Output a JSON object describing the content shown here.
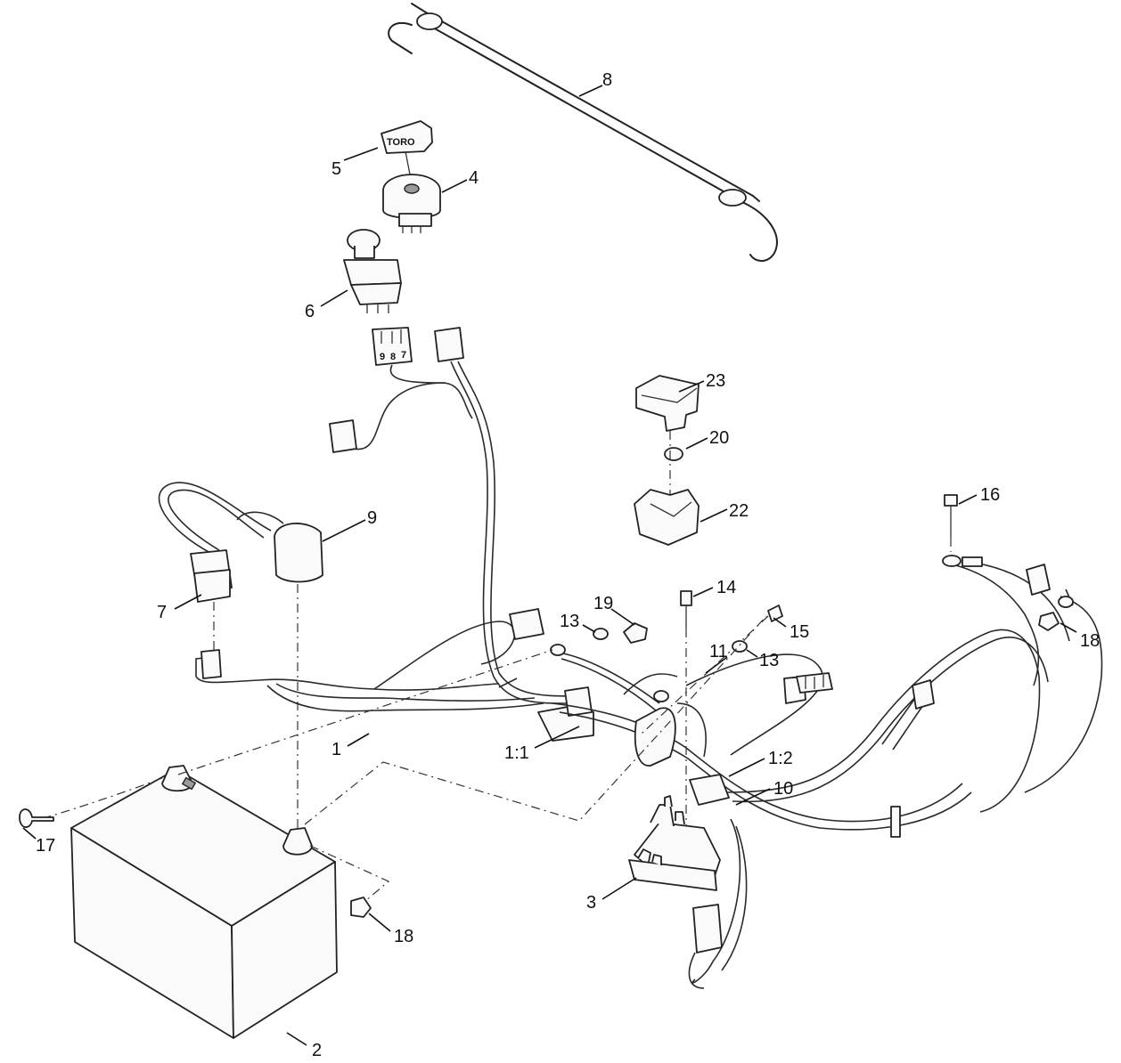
{
  "diagram": {
    "brand_text": "TORO",
    "callouts": [
      {
        "label": "8"
      },
      {
        "label": "5"
      },
      {
        "label": "4"
      },
      {
        "label": "6"
      },
      {
        "label": "23"
      },
      {
        "label": "20"
      },
      {
        "label": "9"
      },
      {
        "label": "22"
      },
      {
        "label": "16"
      },
      {
        "label": "7"
      },
      {
        "label": "14"
      },
      {
        "label": "19"
      },
      {
        "label": "13"
      },
      {
        "label": "15"
      },
      {
        "label": "13"
      },
      {
        "label": "18"
      },
      {
        "label": "11"
      },
      {
        "label": "1"
      },
      {
        "label": "1:1"
      },
      {
        "label": "1:2"
      },
      {
        "label": "10"
      },
      {
        "label": "17"
      },
      {
        "label": "3"
      },
      {
        "label": "18"
      },
      {
        "label": "2"
      }
    ],
    "connector_marks": [
      "9",
      "8",
      "7"
    ]
  }
}
